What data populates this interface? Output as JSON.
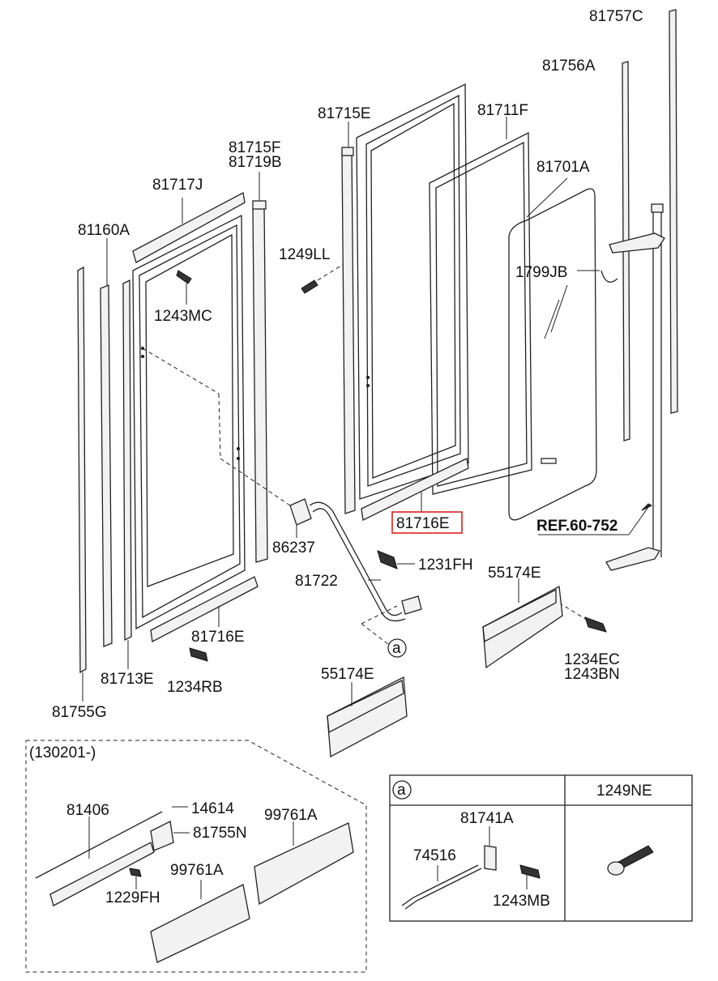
{
  "labels": {
    "p81757C": "81757C",
    "p81756A": "81756A",
    "p81715E": "81715E",
    "p81711F": "81711F",
    "p81701A": "81701A",
    "p81715F": "81715F",
    "p81719B": "81719B",
    "p81717J": "81717J",
    "p81160A": "81160A",
    "p1249LL": "1249LL",
    "p1799JB": "1799JB",
    "p1243MC": "1243MC",
    "p81716E_hl": "81716E",
    "ref": "REF.60-752",
    "p86237": "86237",
    "p1231FH": "1231FH",
    "p81722": "81722",
    "p55174E_right": "55174E",
    "p81716E": "81716E",
    "p1234EC": "1234EC",
    "p1243BN": "1243BN",
    "p81713E": "81713E",
    "p1234RB": "1234RB",
    "p55174E_left": "55174E",
    "p81755G": "81755G",
    "callout_a": "a"
  },
  "inset_left": {
    "title": "(130201-)",
    "p81406": "81406",
    "p14614": "14614",
    "p81755N": "81755N",
    "p99761A_1": "99761A",
    "p99761A_2": "99761A",
    "p1229FH": "1229FH"
  },
  "inset_right": {
    "header_a": "a",
    "header_part": "1249NE",
    "p81741A": "81741A",
    "p74516": "74516",
    "p1243MB": "1243MB"
  },
  "colors": {
    "highlight": "#e02020",
    "line": "#222222"
  }
}
